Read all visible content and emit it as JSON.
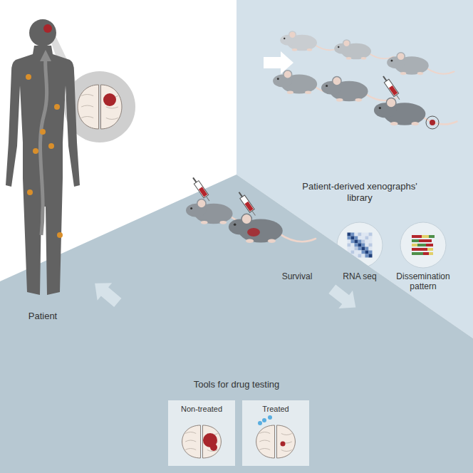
{
  "diagram": {
    "nodes": [
      {
        "text": [
          "Patient-derived xenographs' library"
        ]
      },
      {
        "text": [
          "Survival"
        ],
        "in": 0
      },
      {
        "text": [
          "RNA seq"
        ],
        "in": 0
      },
      {
        "text": [
          "Dissemination pattern"
        ],
        "in": 0
      },
      {
        "text": [
          "Tools for drug testing"
        ]
      },
      {
        "text": [
          "Non-treated"
        ],
        "in": 4
      },
      {
        "text": [
          "Treated"
        ],
        "in": 4
      }
    ],
    "labels": [
      "Patient"
    ]
  }
}
